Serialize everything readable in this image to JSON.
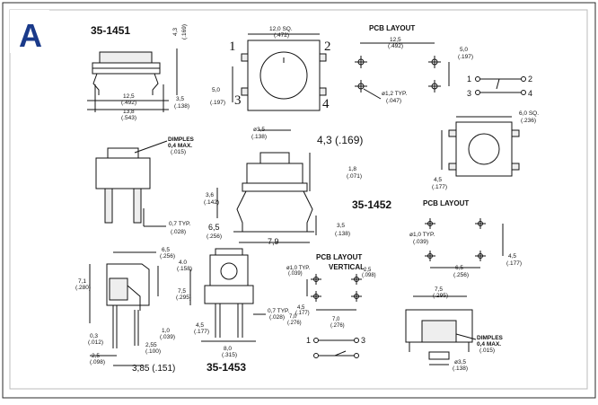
{
  "panel_letter": "A",
  "part_numbers": {
    "p1451": "35-1451",
    "p1452": "35-1452",
    "p1453": "35-1453"
  },
  "headings": {
    "pcb_layout_top": "PCB LAYOUT",
    "pcb_layout_1452": "PCB LAYOUT",
    "pcb_layout_vertical_1": "PCB LAYOUT",
    "pcb_layout_vertical_2": "VERTICAL"
  },
  "pin_numbers": [
    "1",
    "2",
    "3",
    "4"
  ],
  "dimensions": {
    "d43_169_small": [
      "4,3",
      "(.169)"
    ],
    "d125_492_side": [
      "12,5",
      "(.492)"
    ],
    "d138_543": [
      "13,8",
      "(.543)"
    ],
    "d35_138_side": [
      "3,5",
      "(.138)"
    ],
    "d120_sq": [
      "12,0 SQ.",
      "(.472)"
    ],
    "d50_197_top": [
      "5,0",
      "(.197)"
    ],
    "pcb_125_492": [
      "12,5",
      "(.492)"
    ],
    "pcb_50_197": [
      "5,0",
      "(.197)"
    ],
    "pcb_hole_12": [
      "ø1,2 TYP.",
      "(.047)"
    ],
    "dimples_top": [
      "DIMPLES",
      "0,4 MAX.",
      "(.015)"
    ],
    "d07_typ": [
      "0,7 TYP.",
      "(.028)"
    ],
    "d35_138_dia": [
      "ø3,5",
      "(.138)"
    ],
    "d43_169_big": "4,3 (.169)",
    "d18_071": [
      "1,8",
      "(.071)"
    ],
    "d36_142": [
      "3,6",
      "(.142)"
    ],
    "d65_256": [
      "6,5",
      "(.256)"
    ],
    "d79": "7,9",
    "d35_138_pin": [
      "3,5",
      "(.138)"
    ],
    "d60_sq": [
      "6,0 SQ.",
      "(.236)"
    ],
    "d45_177": [
      "4,5",
      "(.177)"
    ],
    "pcb1452_hole": [
      "ø1,0 TYP.",
      "(.039)"
    ],
    "pcb1452_65": [
      "6,5",
      "(.256)"
    ],
    "pcb1452_45": [
      "4,5",
      "(.177)"
    ],
    "r_65_256": [
      "6,5",
      "(.256)"
    ],
    "r_40_158": [
      "4.0",
      "(.158)"
    ],
    "r_71_280": [
      "7,1",
      "(.280)"
    ],
    "r_75_295": [
      "7,5",
      "(.295)"
    ],
    "r_10_039": [
      "1,0",
      "(.039)"
    ],
    "r_03_012": [
      "0,3",
      "(.012)"
    ],
    "r_255_100": [
      "2,55",
      "(.100)"
    ],
    "r_25_098": [
      "2,5",
      "(.098)"
    ],
    "r_385_151": "3,85 (.151)",
    "r_45_177": [
      "4,5",
      "(.177)"
    ],
    "r_80_315": [
      "8,0",
      "(.315)"
    ],
    "r_07_028": [
      "0,7 TYP.",
      "(.028)"
    ],
    "v_hole_10": [
      "ø1,0 TYP.",
      "(.039)"
    ],
    "v_25_098": [
      "2,5",
      "(.098)"
    ],
    "v_45_177": [
      "4,5",
      "(.177)"
    ],
    "v_70_276": [
      "7,0",
      "(.276)"
    ],
    "v_70_276b": [
      "7,0",
      "(.276)"
    ],
    "b_75_295": [
      "7,5",
      "(.295)"
    ],
    "b_dimples": [
      "DIMPLES",
      "0,4 MAX.",
      "(.015)"
    ],
    "b_d35_138": [
      "ø3,5",
      "(.138)"
    ]
  },
  "schematic_pins": {
    "left_top": "1",
    "right_top": "2",
    "left_bottom": "3",
    "right_bottom": "4"
  },
  "schematic_small": {
    "left": "1",
    "right": "3"
  }
}
